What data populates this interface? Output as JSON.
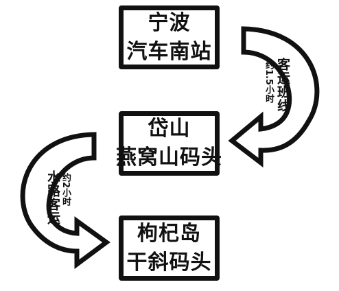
{
  "nodes": {
    "ningbo": {
      "line1": "宁波",
      "line2": "汽车南站"
    },
    "daishan": {
      "line1": "岱山",
      "line2": "燕窝山码头"
    },
    "gouqi": {
      "line1": "枸杞岛",
      "line2": "干斜码头"
    }
  },
  "edges": {
    "bus": {
      "label": "客运班线",
      "duration": "约1.5小时"
    },
    "ferry": {
      "label": "水路客运",
      "duration": "约2小时"
    }
  },
  "colors": {
    "stroke": "#111111",
    "background": "#ffffff"
  }
}
